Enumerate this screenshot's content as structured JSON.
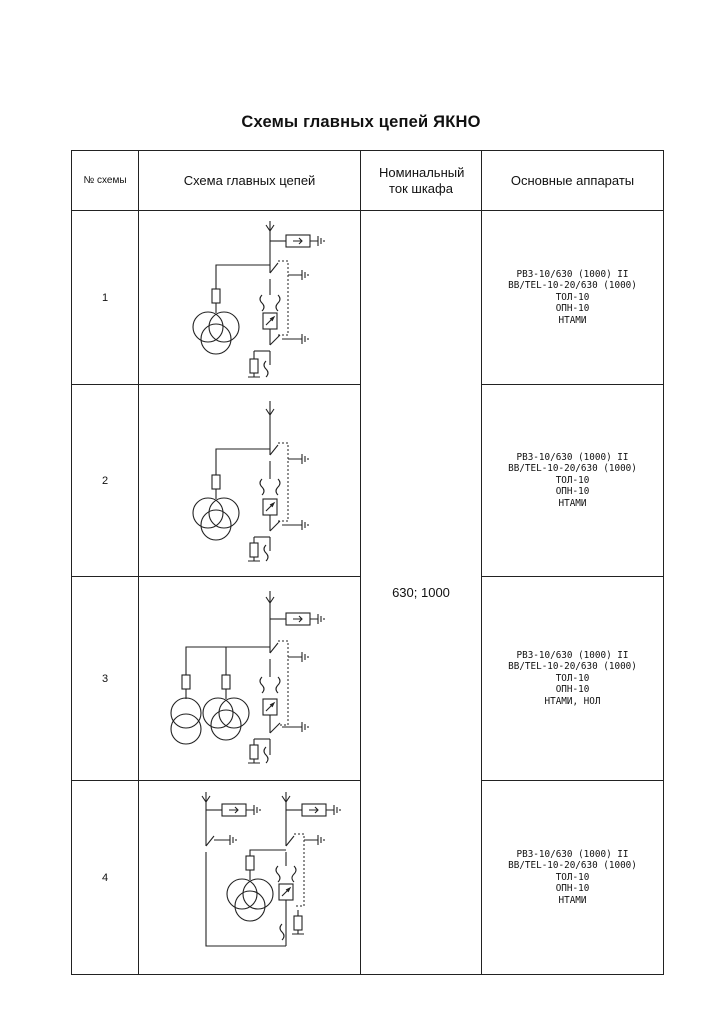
{
  "page": {
    "title": "Схемы главных цепей ЯКНО"
  },
  "table": {
    "headers": {
      "num": "№ схемы",
      "scheme": "Схема главных цепей",
      "current": "Номинальный ток шкафа",
      "devices": "Основные аппараты"
    },
    "current_value": "630; 1000",
    "rows": [
      {
        "num": "1",
        "devices": [
          "РВЗ-10/630 (1000) II",
          "ВВ/TEL-10-20/630 (1000)",
          "ТОЛ-10",
          "ОПН-10",
          "НТАМИ"
        ]
      },
      {
        "num": "2",
        "devices": [
          "РВЗ-10/630 (1000) II",
          "ВВ/TEL-10-20/630 (1000)",
          "ТОЛ-10",
          "ОПН-10",
          "НТАМИ"
        ]
      },
      {
        "num": "3",
        "devices": [
          "РВЗ-10/630 (1000) II",
          "ВВ/TEL-10-20/630 (1000)",
          "ТОЛ-10",
          "ОПН-10",
          "НТАМИ, НОЛ"
        ]
      },
      {
        "num": "4",
        "devices": [
          "РВЗ-10/630 (1000) II",
          "ВВ/TEL-10-20/630 (1000)",
          "ТОЛ-10",
          "ОПН-10",
          "НТАМИ"
        ]
      }
    ]
  }
}
